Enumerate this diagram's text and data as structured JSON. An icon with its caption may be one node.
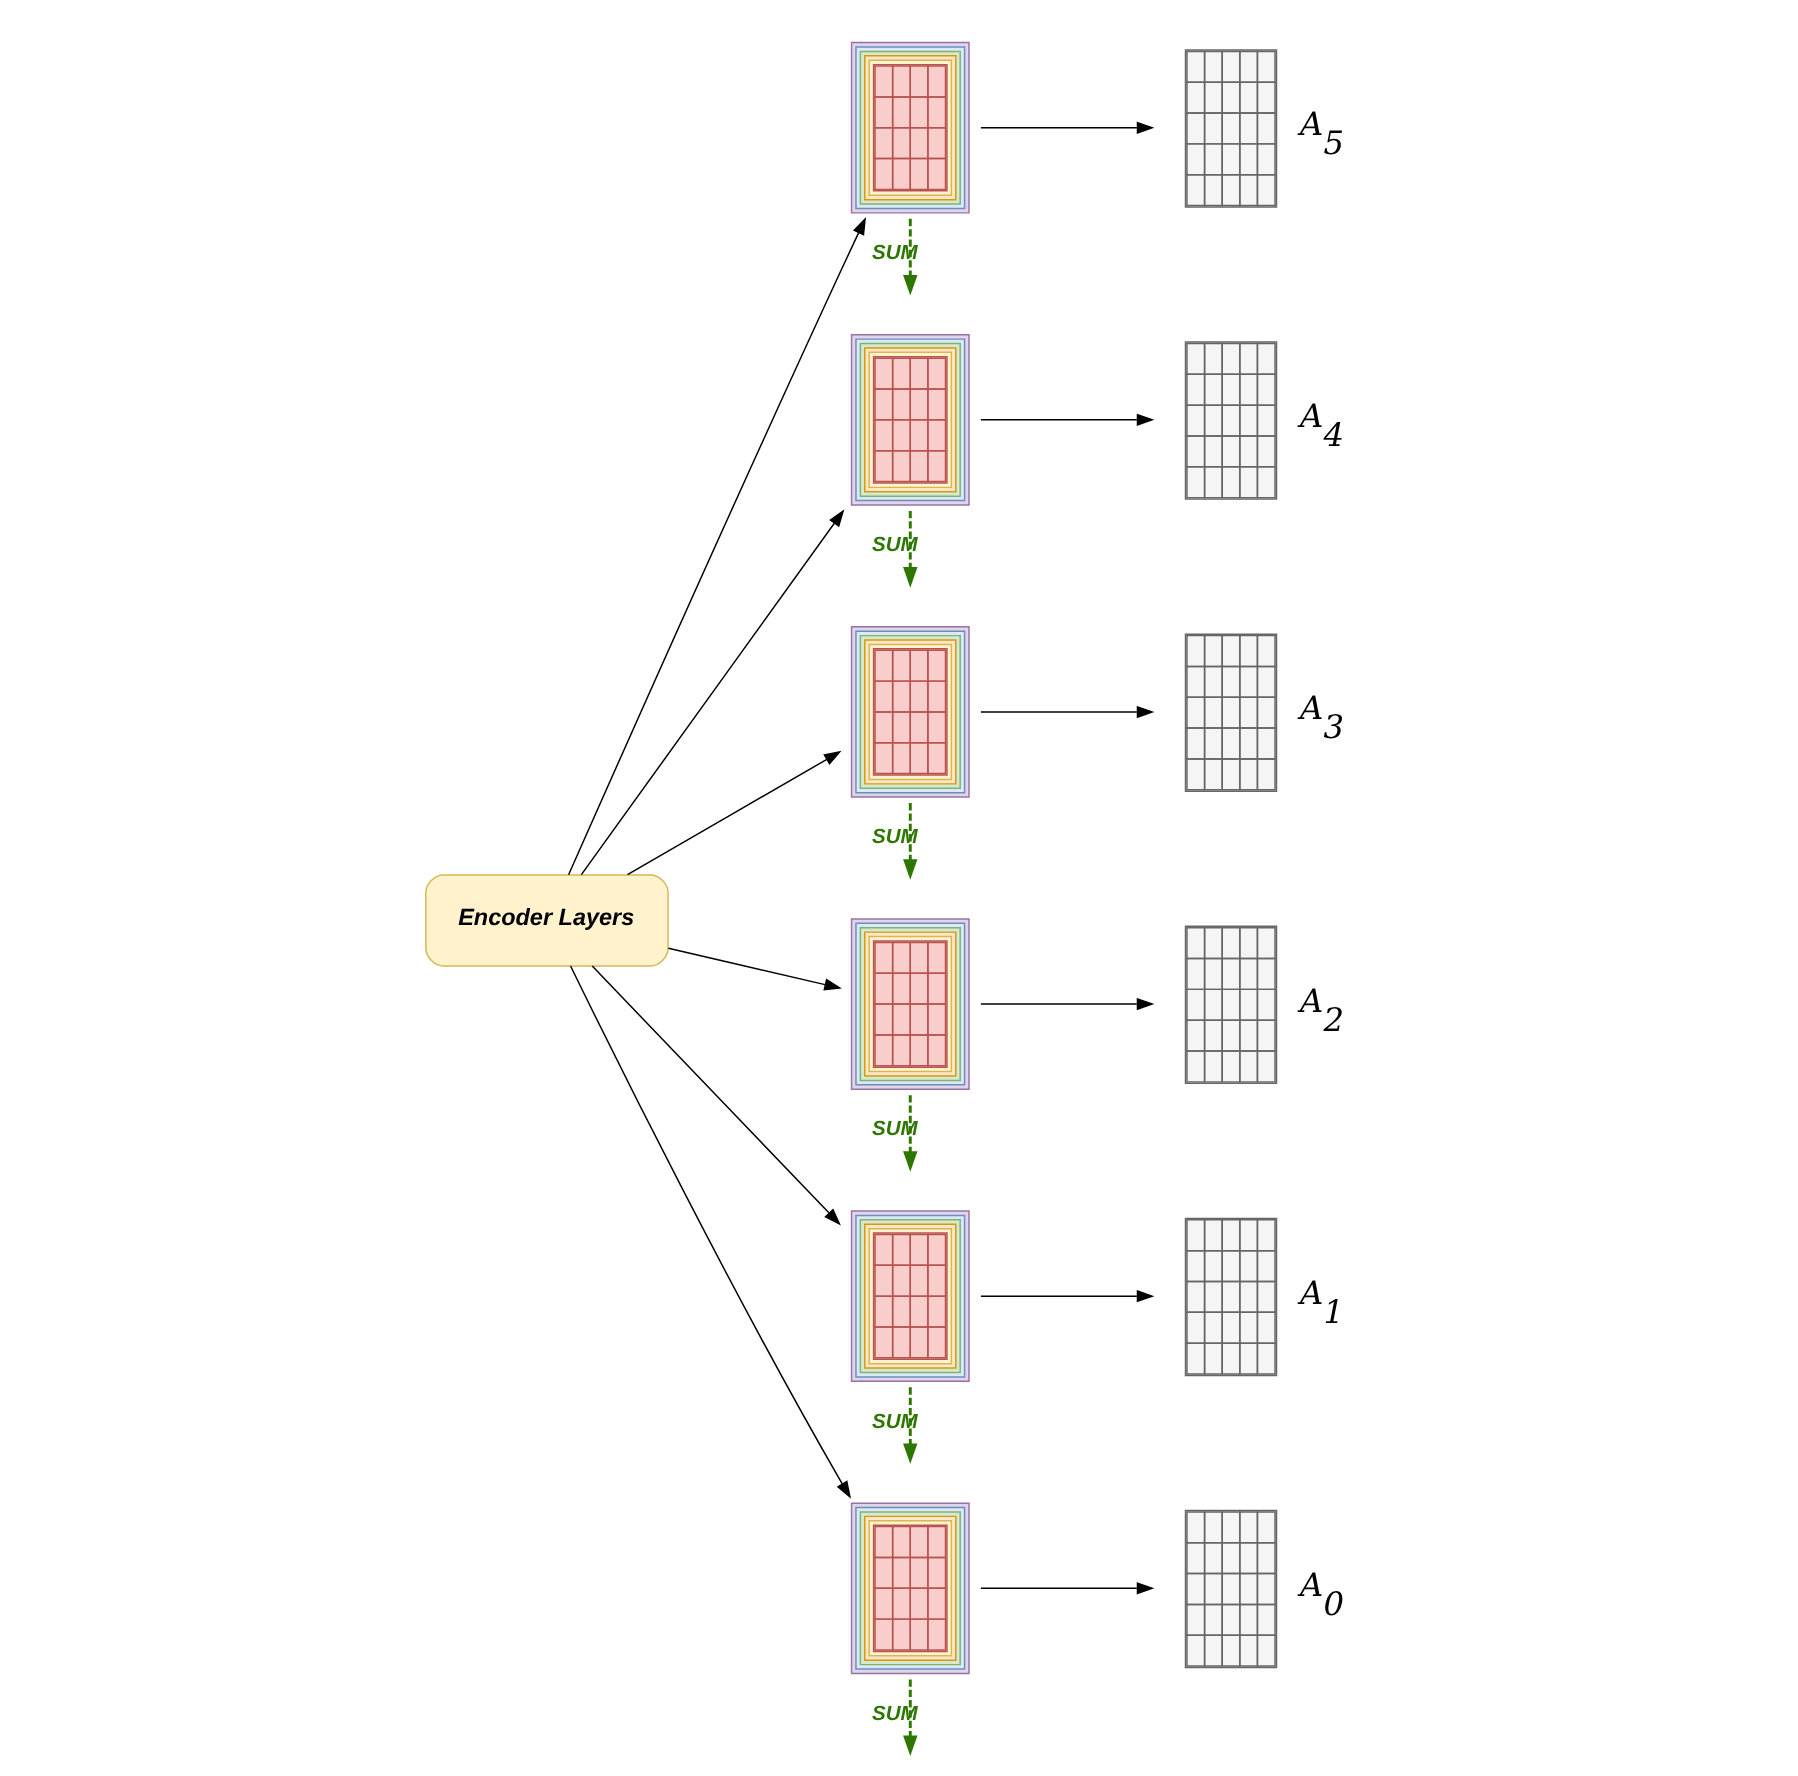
{
  "diagram": {
    "nodes": [
      {
        "text": [
          "Encoder Layers"
        ]
      },
      {
        "text": [],
        "shape": "stack"
      },
      {
        "text": [],
        "shape": "grid",
        "beside": [
          "A$_{5}$"
        ]
      },
      {
        "text": [],
        "shape": "stack"
      },
      {
        "text": [],
        "shape": "grid",
        "beside": [
          "A$_{4}$"
        ]
      },
      {
        "text": [],
        "shape": "stack"
      },
      {
        "text": [],
        "shape": "grid",
        "beside": [
          "A$_{3}$"
        ]
      },
      {
        "text": [],
        "shape": "stack"
      },
      {
        "text": [],
        "shape": "grid",
        "beside": [
          "A$_{2}$"
        ]
      },
      {
        "text": [],
        "shape": "stack"
      },
      {
        "text": [],
        "shape": "grid",
        "beside": [
          "A$_{1}$"
        ]
      },
      {
        "text": [],
        "shape": "stack"
      },
      {
        "text": [],
        "shape": "grid",
        "beside": [
          "A$_{0}$"
        ]
      }
    ],
    "edges": [
      {
        "from": 0,
        "to": 1,
        "arrow": "to"
      },
      {
        "from": 0,
        "to": 3,
        "arrow": "to"
      },
      {
        "from": 0,
        "to": 5,
        "arrow": "to"
      },
      {
        "from": 0,
        "to": 7,
        "arrow": "to"
      },
      {
        "from": 0,
        "to": 9,
        "arrow": "to"
      },
      {
        "from": 0,
        "to": 11,
        "arrow": "to"
      },
      {
        "from": 1,
        "to": 2,
        "arrow": "to"
      },
      {
        "from": 3,
        "to": 4,
        "arrow": "to"
      },
      {
        "from": 5,
        "to": 6,
        "arrow": "to"
      },
      {
        "from": 7,
        "to": 8,
        "arrow": "to"
      },
      {
        "from": 9,
        "to": 10,
        "arrow": "to"
      },
      {
        "from": 11,
        "to": 12,
        "arrow": "to"
      },
      {
        "from": 1,
        "to": null,
        "arrow": "to",
        "label": "SUM",
        "style": "dashed",
        "color": "#2d7600"
      },
      {
        "from": 3,
        "to": null,
        "arrow": "to",
        "label": "SUM",
        "style": "dashed",
        "color": "#2d7600"
      },
      {
        "from": 5,
        "to": null,
        "arrow": "to",
        "label": "SUM",
        "style": "dashed",
        "color": "#2d7600"
      },
      {
        "from": 7,
        "to": null,
        "arrow": "to",
        "label": "SUM",
        "style": "dashed",
        "color": "#2d7600"
      },
      {
        "from": 9,
        "to": null,
        "arrow": "to",
        "label": "SUM",
        "style": "dashed",
        "color": "#2d7600"
      },
      {
        "from": 11,
        "to": null,
        "arrow": "to",
        "label": "SUM",
        "style": "dashed",
        "color": "#2d7600"
      }
    ]
  }
}
